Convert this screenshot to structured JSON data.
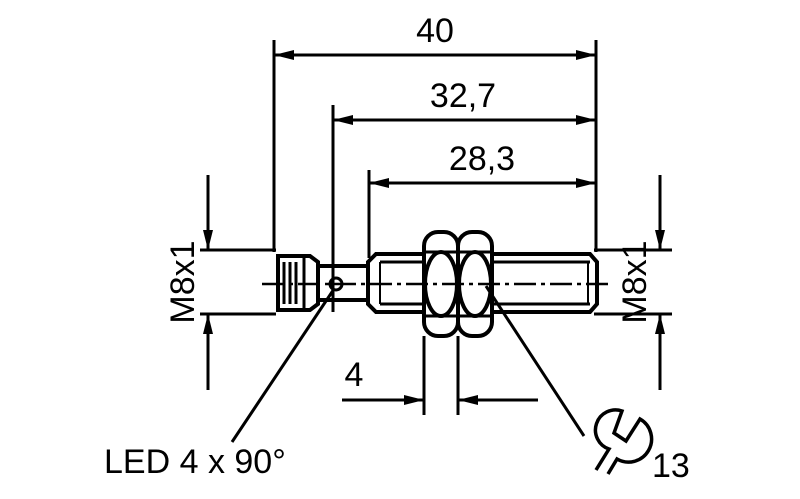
{
  "dimensions": {
    "overall_length": "40",
    "length_32": "32,7",
    "thread_length": "28,3",
    "thread_left": "M8x1",
    "thread_right": "M8x1",
    "nut_thickness": "4"
  },
  "labels": {
    "led": "LED 4 x 90°",
    "wrench_size": "13"
  },
  "icons": {
    "wrench": "wrench-icon"
  },
  "colors": {
    "line": "#000000",
    "background": "#ffffff"
  }
}
